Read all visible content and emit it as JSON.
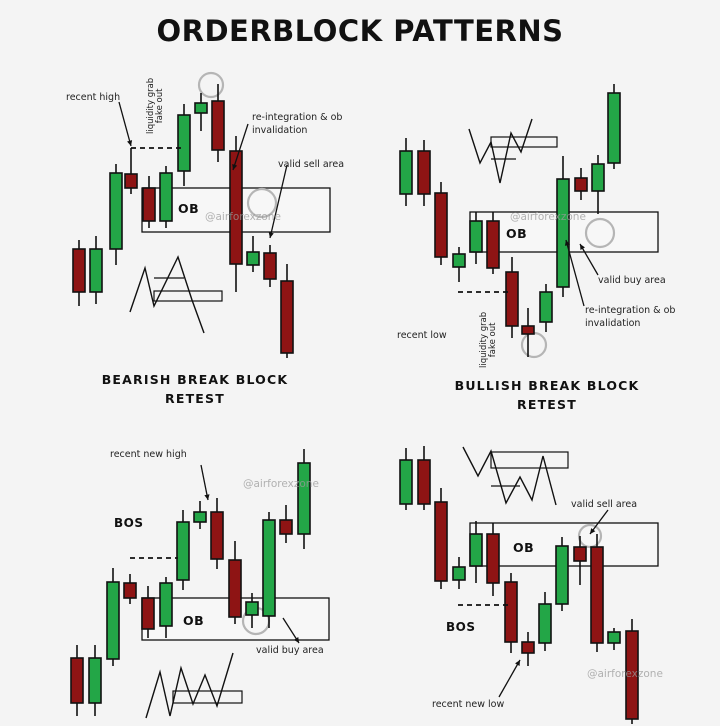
{
  "title": "ORDERBLOCK PATTERNS",
  "colors": {
    "bull": "#23a647",
    "bear": "#8e1414",
    "outline": "#111111",
    "background": "#f4f4f4"
  },
  "panels": [
    {
      "id": "bearish",
      "caption_line1": "BEARISH BREAK BLOCK",
      "caption_line2": "RETEST",
      "ob_label": "OB",
      "labels": {
        "recent_high": "recent high",
        "liquidity_line1": "liquidity grab",
        "liquidity_line2": "fake out",
        "reintegration_line1": "re-integration & ob",
        "reintegration_line2": "invalidation",
        "valid_area": "valid sell area"
      },
      "watermark": "@airforexzone"
    },
    {
      "id": "bullish",
      "caption_line1": "BULLISH BREAK BLOCK",
      "caption_line2": "RETEST",
      "ob_label": "OB",
      "labels": {
        "recent_low": "recent low",
        "liquidity_line1": "liquidity grab",
        "liquidity_line2": "fake out",
        "reintegration_line1": "re-integration & ob",
        "reintegration_line2": "invalidation",
        "valid_area": "valid buy area"
      },
      "watermark": "@airforexzone"
    },
    {
      "id": "bos-bullish",
      "bos_label": "BOS",
      "ob_label": "OB",
      "labels": {
        "recent_new_high": "recent new  high",
        "valid_area": "valid buy area"
      },
      "watermark": "@airforexzone"
    },
    {
      "id": "bos-bearish",
      "bos_label": "BOS",
      "ob_label": "OB",
      "labels": {
        "recent_new_low": "recent new  low",
        "valid_area": "valid sell area"
      },
      "watermark": "@airforexzone"
    }
  ]
}
